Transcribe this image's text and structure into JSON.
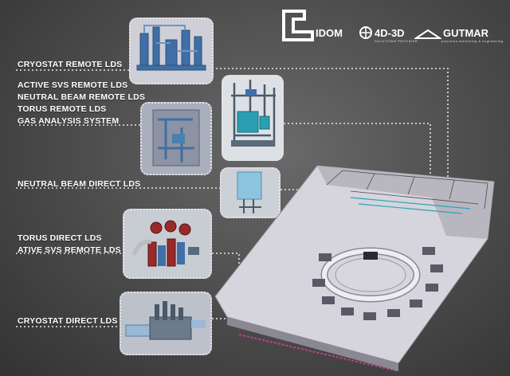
{
  "logos": {
    "idom": "IDOM",
    "fourd3d": "4D-3D",
    "fourd3d_sub": "SOLUTIONS PROVIDER",
    "gutmar": "GUTMAR",
    "gutmar_sub": "precision machining & engineering"
  },
  "labels": {
    "cryostat_remote": "CRYOSTAT REMOTE LDS",
    "active_svs_remote": "ACTIVE SVS REMOTE LDS",
    "neutral_beam_remote": "NEUTRAL BEAM REMOTE LDS",
    "torus_remote": "TORUS REMOTE LDS",
    "gas_analysis": "GAS ANALYSIS SYSTEM",
    "neutral_beam_direct": "NEUTRAL BEAM DIRECT LDS",
    "torus_direct": "TORUS DIRECT LDS",
    "ative_svs_remote": "ATIVE SVS REMOTE LDS",
    "cryostat_direct": "CRYOSTAT DIRECT LDS"
  },
  "colors": {
    "connector": "#e8e8e8",
    "pink_track": "#c0408a",
    "equipment_blue": "#4a7fb0",
    "equipment_red": "#9a2a2a",
    "equipment_teal": "#2aa6b8"
  }
}
